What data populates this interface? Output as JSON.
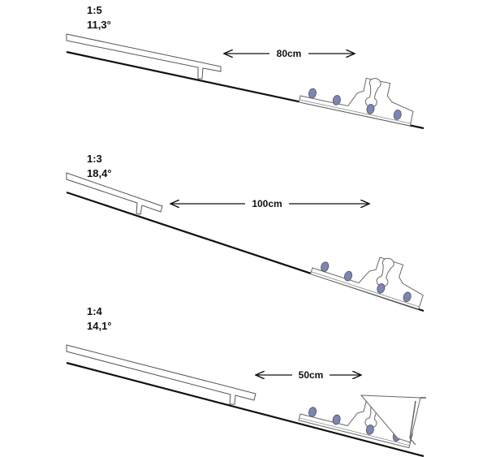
{
  "panels": [
    {
      "ratio": "1:5",
      "angle": "11,3°",
      "distance": "80cm"
    },
    {
      "ratio": "1:3",
      "angle": "18,4°",
      "distance": "100cm"
    },
    {
      "ratio": "1:4",
      "angle": "14,1°",
      "distance": "50cm"
    }
  ]
}
